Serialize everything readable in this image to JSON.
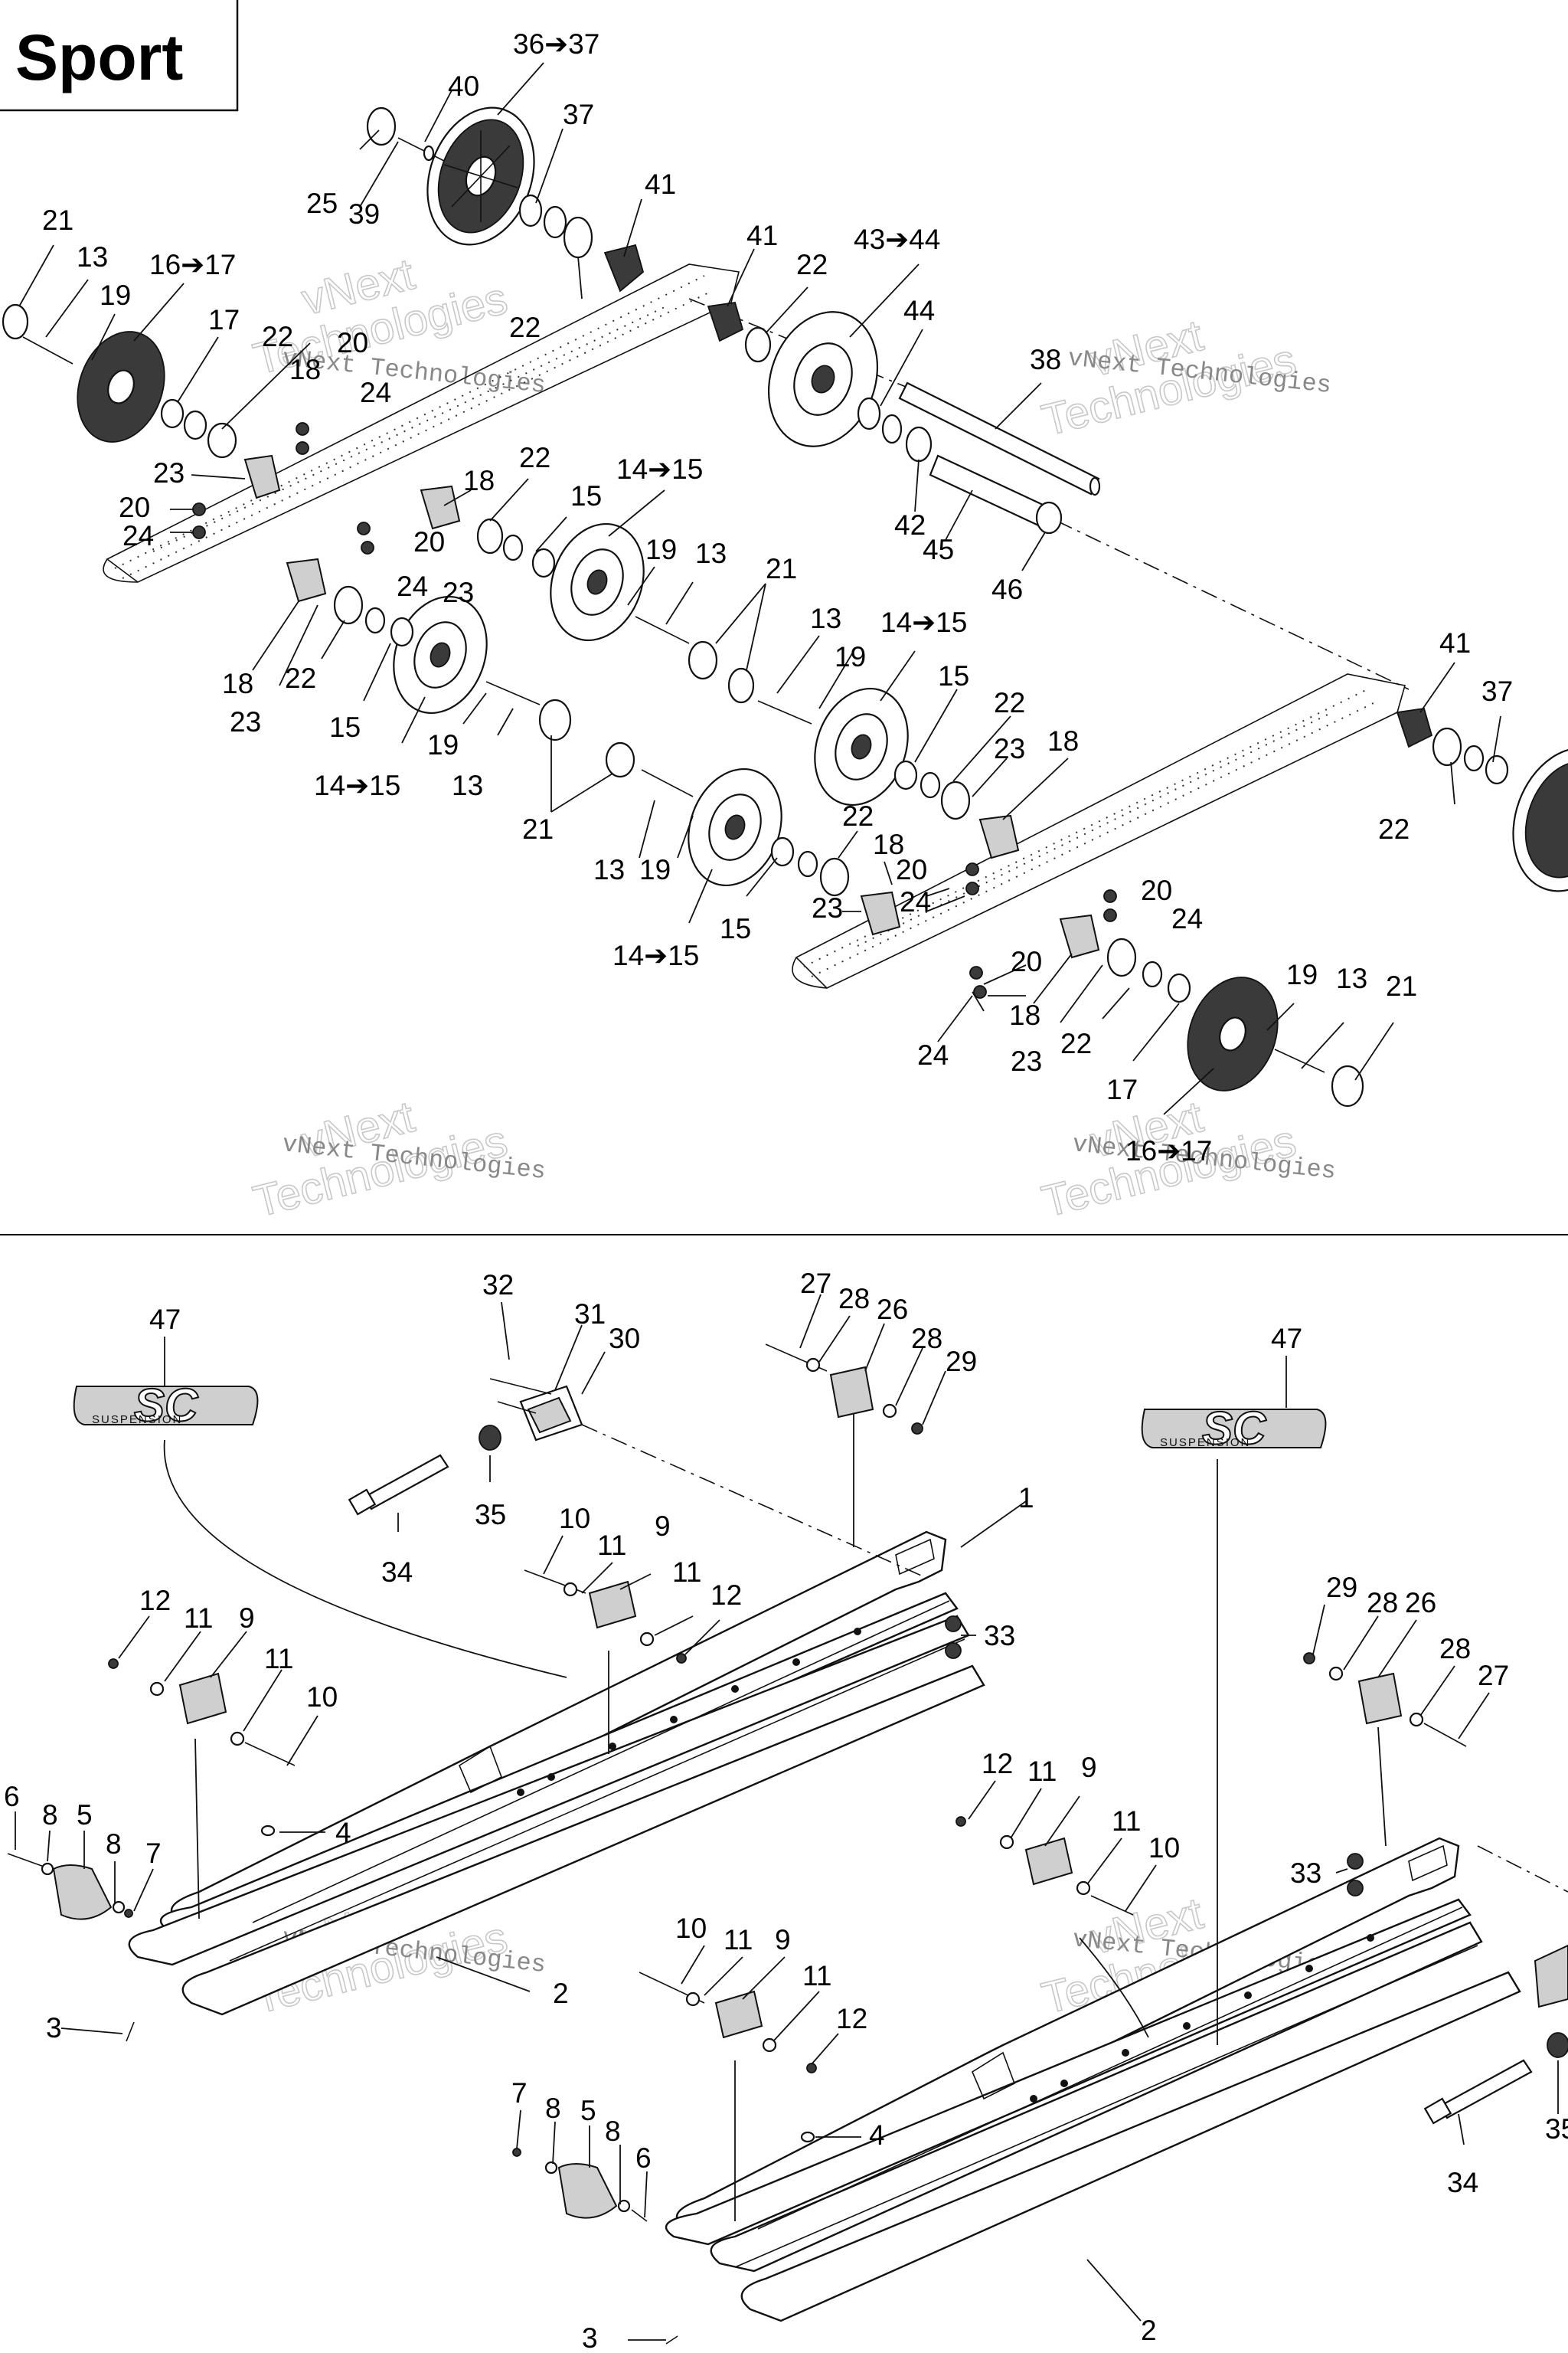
{
  "title": "Sport",
  "watermark": {
    "line_small": "vNext Technologies",
    "line_big_1": "vNext",
    "line_big_2": "Technologies"
  },
  "logo": {
    "text": "SC",
    "sub": "SUSPENSION"
  },
  "labels": {
    "l36_37": "36➔37",
    "l40": "40",
    "l37a": "37",
    "l25": "25",
    "l39": "39",
    "l41a": "41",
    "l22a": "22",
    "l21a": "21",
    "l13a": "13",
    "l16_17a": "16➔17",
    "l19a": "19",
    "l17a": "17",
    "l22b": "22",
    "l20a": "20",
    "l18a": "18",
    "l24a": "24",
    "l23a": "23",
    "l20b": "20",
    "l24b": "24",
    "l41b": "41",
    "l22c": "22",
    "l43_44": "43➔44",
    "l44": "44",
    "l38": "38",
    "l42": "42",
    "l45": "45",
    "l46": "46",
    "l22d": "22",
    "l18b": "18",
    "l15a": "15",
    "l14_15a": "14➔15",
    "l19b": "19",
    "l13b": "13",
    "l21b": "21",
    "l20c": "20",
    "l24c": "24",
    "l23b": "23",
    "l18c": "18",
    "l22e": "22",
    "l23c": "23",
    "l15b": "15",
    "l14_15b": "14➔15",
    "l19c": "19",
    "l13c": "13",
    "l21c": "21",
    "l13d": "13",
    "l19d": "19",
    "l14_15c": "14➔15",
    "l15c": "15",
    "l22f": "22",
    "l23d": "23",
    "l18d": "18",
    "l13e": "13",
    "l19e": "19",
    "l14_15d": "14➔15",
    "l15d": "15",
    "l22g": "22",
    "l18e": "18",
    "l23e": "23",
    "l20d": "20",
    "l24d": "24",
    "l20e": "20",
    "l24e": "24",
    "l20f": "20",
    "l24f": "24",
    "l18f": "18",
    "l23f": "23",
    "l22h": "22",
    "l17b": "17",
    "l19f": "19",
    "l13f": "13",
    "l21d": "21",
    "l16_17b": "16➔17",
    "l41c": "41",
    "l37b": "37",
    "l22i": "22",
    "b32": "32",
    "b31": "31",
    "b30": "30",
    "b27a": "27",
    "b28a": "28",
    "b26a": "26",
    "b28b": "28",
    "b29a": "29",
    "b47a": "47",
    "b47b": "47",
    "b35a": "35",
    "b34a": "34",
    "b1": "1",
    "b10a": "10",
    "b11a": "11",
    "b9a": "9",
    "b11b": "11",
    "b12a": "12",
    "b33a": "33",
    "b12b": "12",
    "b11c": "11",
    "b9b": "9",
    "b11d": "11",
    "b10b": "10",
    "b6a": "6",
    "b8a": "8",
    "b5a": "5",
    "b8b": "8",
    "b7a": "7",
    "b4a": "4",
    "b2a": "2",
    "b3a": "3",
    "b29b": "29",
    "b28c": "28",
    "b26b": "26",
    "b28d": "28",
    "b27b": "27",
    "b12c": "12",
    "b11e": "11",
    "b9c": "9",
    "b11f": "11",
    "b10c": "10",
    "b33b": "33",
    "b10d": "10",
    "b11g": "11",
    "b9d": "9",
    "b11h": "11",
    "b12d": "12",
    "b7b": "7",
    "b8c": "8",
    "b5b": "5",
    "b8d": "8",
    "b6b": "6",
    "b4b": "4",
    "b2b": "2",
    "b3b": "3",
    "b34b": "34",
    "b35b": "35"
  }
}
